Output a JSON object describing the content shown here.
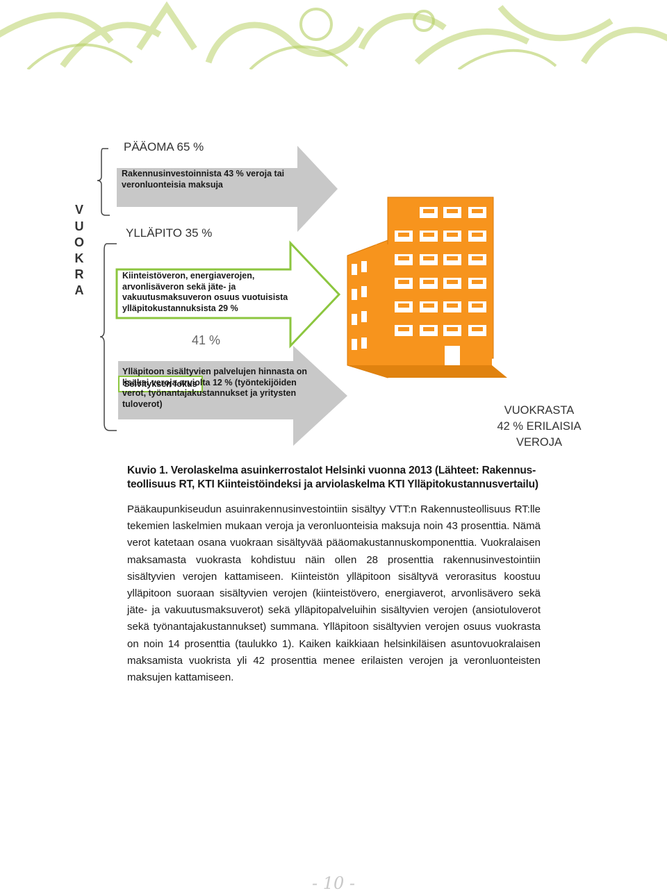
{
  "diagram": {
    "vertical_label": [
      "V",
      "U",
      "O",
      "K",
      "R",
      "A"
    ],
    "paaoma_heading": "PÄÄOMA 65 %",
    "paaoma_box_text": "Rakennusinvestoinnista 43 % veroja tai veronluonteisia maksuja",
    "yllapito_heading": "YLLÄPITO  35 %",
    "focus_label": "Selvityksen fokus",
    "yllapito_box_text": "Kiinteistöveron, energiaverojen, arvonlisäveron sekä jäte- ja vakuutusmaksuveron osuus vuotuisista ylläpitokustannuksista  29 %",
    "percent_41": "41 %",
    "bottom_box_text": "Ylläpitoon  sisältyvien palvelujen hinnasta  on lisäksi   veroja arviolta 12 % (työntekijöiden verot, työnantajakustannukset  ja yritysten tuloverot)",
    "vuokrasta_lines": [
      "VUOKRASTA",
      "42 % ERILAISIA",
      "VEROJA"
    ],
    "colors": {
      "building": "#f7941d",
      "arrow_grey": "#c8c8c8",
      "arrow_green": "#8cc63f",
      "bracket": "#444444"
    }
  },
  "caption": "Kuvio 1. Verolaskelma asuinkerrostalot Helsinki vuonna 2013 (Lähteet: Rakennus-teollisuus RT, KTI Kiinteistöindeksi ja arviolaskelma KTI Ylläpitokustannusvertailu)",
  "body_text": "Pääkaupunkiseudun asuinrakennusinvestointiin sisältyy VTT:n Rakennusteollisuus RT:lle tekemien laskelmien mukaan veroja ja veronluonteisia maksuja noin 43 prosenttia. Nämä verot katetaan osana vuokraan sisältyvää pääomakustannuskomponenttia. Vuokralaisen maksamasta vuokrasta kohdistuu näin ollen 28 prosenttia rakennusinvestointiin sisältyvien verojen kattamiseen. Kiinteistön ylläpitoon sisältyvä verorasitus koostuu ylläpitoon suoraan sisältyvien verojen (kiinteistövero, energiaverot, arvonlisävero sekä jäte- ja vakuutusmaksuverot) sekä ylläpitopalveluihin sisältyvien verojen (ansiotuloverot sekä työnantajakustannukset) summana. Ylläpitoon sisältyvien verojen osuus vuokrasta on noin 14 prosenttia (taulukko 1). Kaiken kaikkiaan helsinkiläisen asuntovuokralaisen maksamista vuokrista yli 42 prosenttia menee erilaisten verojen ja veronluonteisten maksujen kattamiseen.",
  "page_number": "- 10 -"
}
